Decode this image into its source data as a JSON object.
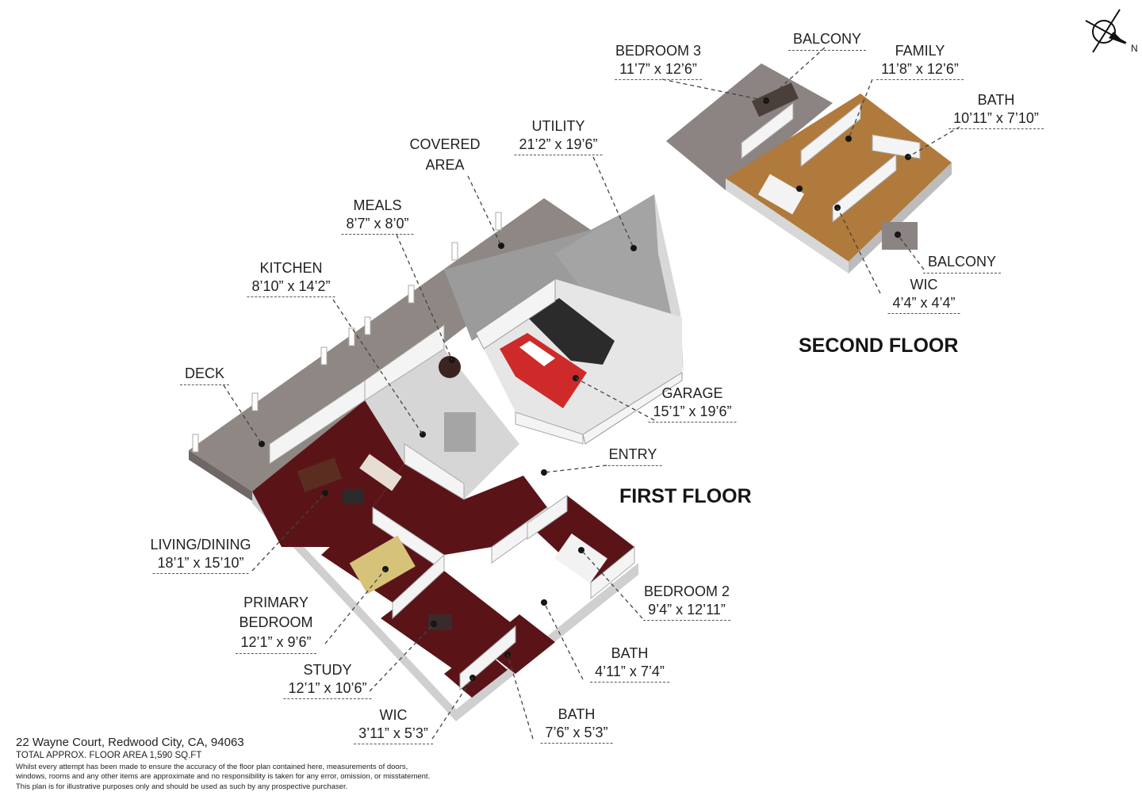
{
  "floors": {
    "first": "FIRST FLOOR",
    "second": "SECOND FLOOR"
  },
  "rooms": {
    "first": [
      {
        "name": "DECK",
        "dims": ""
      },
      {
        "name": "KITCHEN",
        "dims": "8’10” x 14’2”"
      },
      {
        "name": "MEALS",
        "dims": "8’7” x 8’0”"
      },
      {
        "name": "COVERED AREA",
        "dims": ""
      },
      {
        "name": "UTILITY",
        "dims": "21’2” x 19’6”"
      },
      {
        "name": "GARAGE",
        "dims": "15’1” x 19’6”"
      },
      {
        "name": "ENTRY",
        "dims": ""
      },
      {
        "name": "LIVING/DINING",
        "dims": "18’1” x 15’10”"
      },
      {
        "name": "PRIMARY BEDROOM",
        "dims": "12’1” x 9’6”"
      },
      {
        "name": "BEDROOM 2",
        "dims": "9’4” x 12’11”"
      },
      {
        "name": "STUDY",
        "dims": "12’1” x 10’6”"
      },
      {
        "name": "BATH",
        "dims": "4’11” x 7’4”"
      },
      {
        "name": "WIC",
        "dims": "3’11” x 5’3”"
      },
      {
        "name": "BATH",
        "dims": "7’6” x 5’3”"
      }
    ],
    "second": [
      {
        "name": "BEDROOM 3",
        "dims": "11’7” x 12’6”"
      },
      {
        "name": "BALCONY",
        "dims": ""
      },
      {
        "name": "FAMILY",
        "dims": "11’8” x 12’6”"
      },
      {
        "name": "BATH",
        "dims": "10’11” x 7’10”"
      },
      {
        "name": "BALCONY",
        "dims": ""
      },
      {
        "name": "WIC",
        "dims": "4’4” x 4’4”"
      }
    ]
  },
  "compass": {
    "label": "N",
    "icon": "north-arrow-icon"
  },
  "footer": {
    "address": "22 Wayne Court, Redwood City, CA, 94063",
    "total_area": "TOTAL APPROX. FLOOR AREA 1,590 SQ.FT",
    "disclaimer": [
      "Whilst every attempt has been made to ensure the accuracy of the floor plan contained here, measurements of doors,",
      "windows, rooms and any other items are approximate and no responsibility is taken for any error, omission, or misstatement.",
      "This plan is for illustrative purposes only and should be used as such by any prospective purchaser."
    ]
  },
  "colors": {
    "deck": "#8f8784",
    "covered_area": "#9a9a9a",
    "wood_floor": "#5a1418",
    "tile_floor": "#d9d9d9",
    "wall": "#f2f2f2",
    "second_floor_wood": "#b07a3c"
  }
}
